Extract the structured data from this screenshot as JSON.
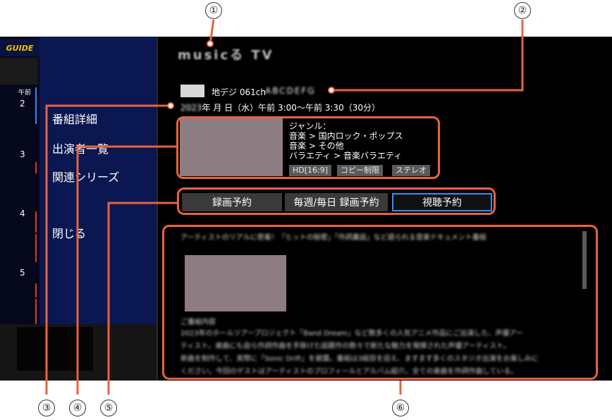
{
  "guide_logo": "GUIDE",
  "time_column": {
    "ampm": "午前",
    "hours": [
      "2",
      "3",
      "4",
      "5"
    ]
  },
  "menu": {
    "items": [
      "番組詳細",
      "出演者一覧",
      "関連シリーズ",
      "閉じる"
    ]
  },
  "program": {
    "title": "musicる TV",
    "station": "地デジ 061ch",
    "station_name": "ABCDEFG",
    "date_prefix": "2023",
    "date_text": "年 月 日（水）午前 3:00〜午前 3:30（30分）",
    "genres": [
      "ジャンル：",
      "音楽 > 国内ロック・ポップス",
      "音楽 > その他",
      "バラエティ > 音楽バラエティ"
    ],
    "badges": [
      "HD[16:9]",
      "コピー制限",
      "ステレオ"
    ]
  },
  "buttons": {
    "record": "録画予約",
    "series_record": "毎週/毎日 録画予約",
    "watch": "視聴予約"
  },
  "description": {
    "headline": "アーティストのリアルに密着！「ヒットの秘密」「作詞裏話」など語られる音楽ドキュメント番組",
    "section": "ご番組内容",
    "paragraphs": [
      "2023年のホールツアープロジェクト「Band Dream」など数多くの人気アニメ作品にご出演した、声優アー",
      "ティスト。楽曲にも自ら作詞作曲を手掛けた話題作の数々で新たな魅力を発揮された声優アーティスト。",
      "新曲を制作して、実際に「Sonic Drift」を披露。番組は3組目を迎え、ますます多くのスタジオ出演をお楽しみに",
      "ください。今回のゲストはアーティストのプロフィールとアルバム紹介。全ての楽曲を作詞作曲している。"
    ]
  },
  "callouts": [
    "①",
    "②",
    "③",
    "④",
    "⑤",
    "⑥"
  ],
  "colors": {
    "callout_border": "#e8633c",
    "menu_bg": "#0a1750",
    "selected_button_border": "#2f8fff",
    "time_marker_red": "#e03030",
    "time_marker_blue": "#2a8cff"
  }
}
